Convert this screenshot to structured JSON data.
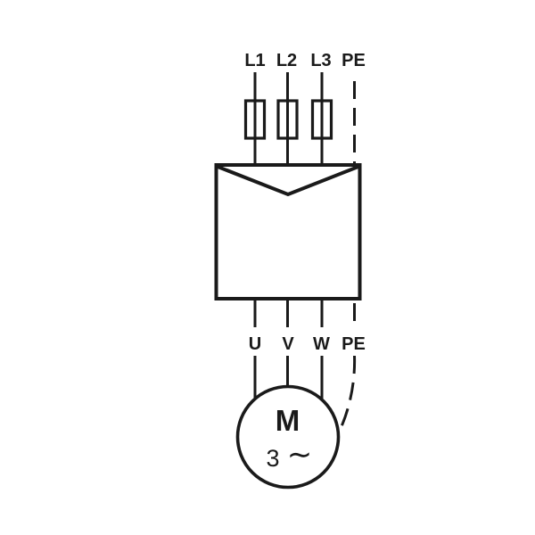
{
  "diagram": {
    "colors": {
      "background": "#ffffff",
      "stroke": "#1a1a1a",
      "text": "#1a1a1a"
    },
    "top_terminals": [
      "L1",
      "L2",
      "L3",
      "PE"
    ],
    "bottom_terminals": [
      "U",
      "V",
      "W",
      "PE"
    ],
    "motor": {
      "letter": "M",
      "phases": "3",
      "ac_symbol": "∼"
    }
  }
}
